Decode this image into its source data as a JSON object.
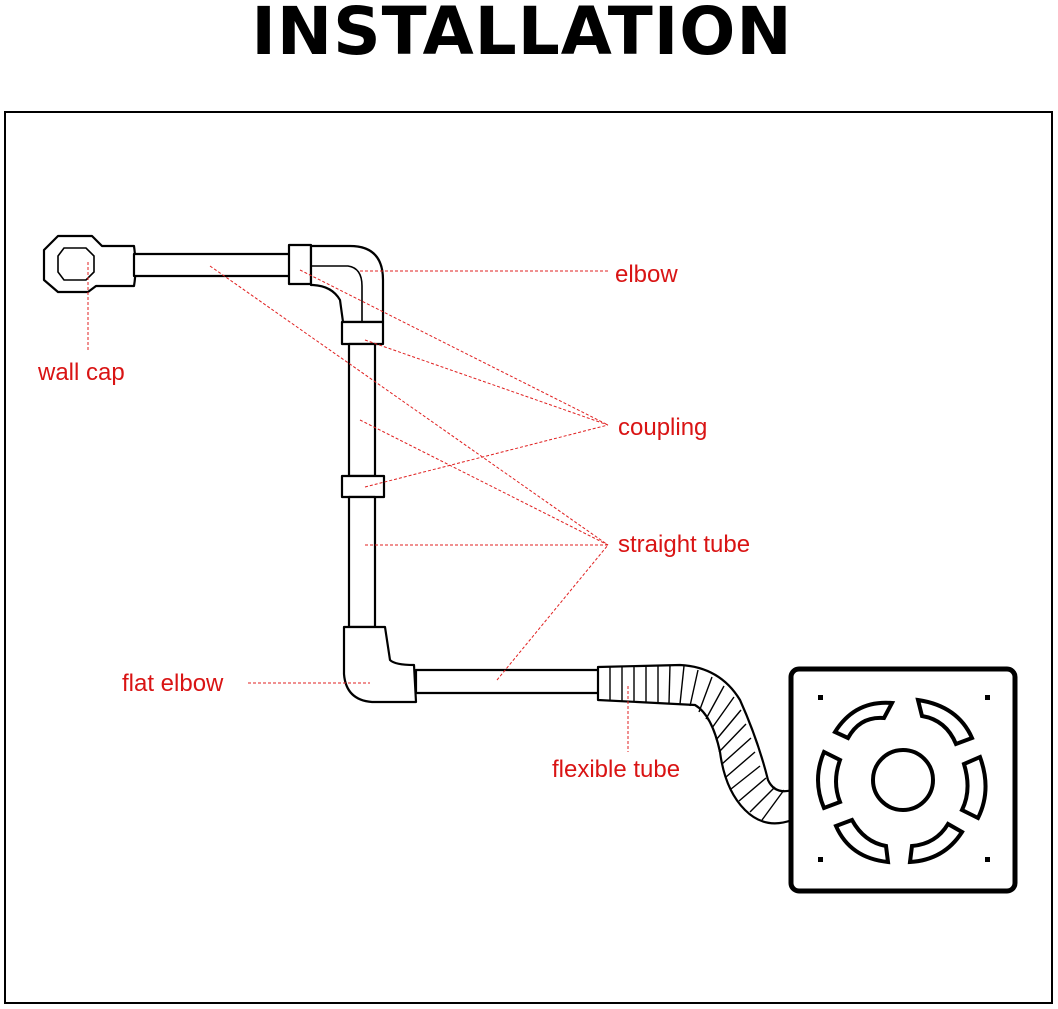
{
  "title": "INSTALLATION",
  "labels": {
    "elbow": "elbow",
    "wall_cap": "wall cap",
    "coupling": "coupling",
    "straight_tube": "straight tube",
    "flat_elbow": "flat elbow",
    "flexible_tube": "flexible tube"
  },
  "colors": {
    "label": "#d91414",
    "outline": "#000000",
    "background": "#ffffff"
  }
}
